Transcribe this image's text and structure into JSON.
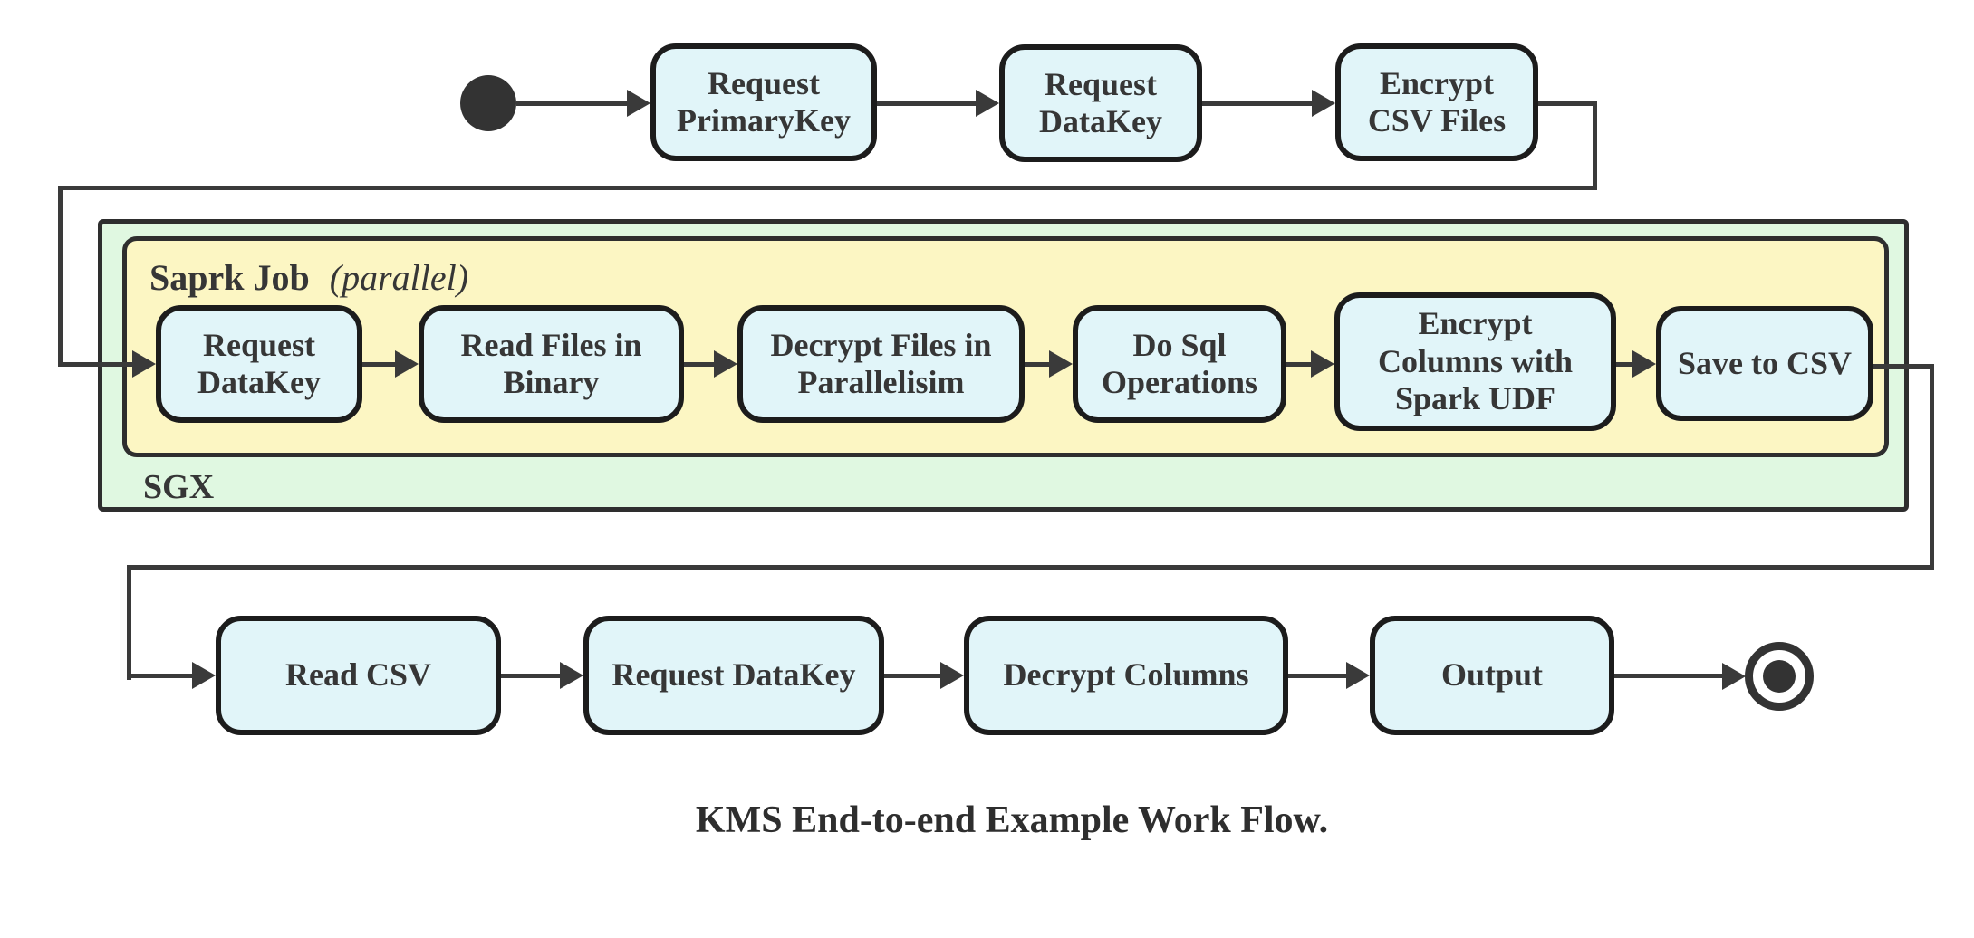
{
  "diagram": {
    "caption": "KMS End-to-end Example Work Flow.",
    "containers": {
      "sgx_label": "SGX",
      "spark_job_label": "Saprk Job",
      "spark_job_mode": "(parallel)"
    },
    "nodes": {
      "top": [
        "Request PrimaryKey",
        "Request DataKey",
        "Encrypt CSV Files"
      ],
      "middle": [
        "Request DataKey",
        "Read Files in Binary",
        "Decrypt Files in Parallelisim",
        "Do Sql Operations",
        "Encrypt Columns with Spark UDF",
        "Save to CSV"
      ],
      "bottom": [
        "Read CSV",
        "Request DataKey",
        "Decrypt Columns",
        "Output"
      ]
    },
    "edges": [
      "start -> Request PrimaryKey",
      "Request PrimaryKey -> Request DataKey",
      "Request DataKey -> Encrypt CSV Files",
      "Encrypt CSV Files -> Request DataKey (Saprk Job)",
      "Request DataKey (Saprk Job) -> Read Files in Binary",
      "Read Files in Binary -> Decrypt Files in Parallelisim",
      "Decrypt Files in Parallelisim -> Do Sql Operations",
      "Do Sql Operations -> Encrypt Columns with Spark UDF",
      "Encrypt Columns with Spark UDF -> Save to CSV",
      "Save to CSV -> Read CSV",
      "Read CSV -> Request DataKey",
      "Request DataKey -> Decrypt Columns",
      "Decrypt Columns -> Output",
      "Output -> end"
    ],
    "colors": {
      "node_fill": "#e1f5f9",
      "node_border": "#1c1c1c",
      "sgx_fill": "#e0f8e1",
      "spark_fill": "#fcf6c3",
      "container_border": "#2e2e2e",
      "line": "#3a3a3a",
      "text": "#363636",
      "start_end": "#333333"
    }
  }
}
